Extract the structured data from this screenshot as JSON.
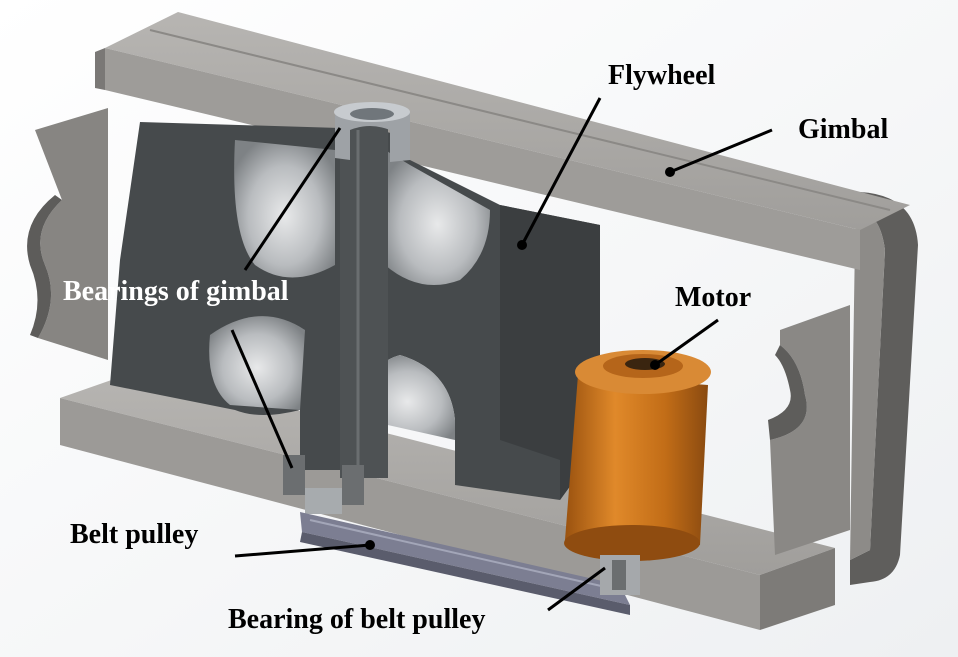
{
  "labels": {
    "flywheel": "Flywheel",
    "gimbal": "Gimbal",
    "bearings_of_gimbal": "Bearings of gimbal",
    "motor": "Motor",
    "belt_pulley": "Belt pulley",
    "bearing_of_belt_pulley": "Bearing of belt pulley"
  },
  "colors": {
    "gimbal_face": "#a4a29f",
    "gimbal_dark": "#6e6d6b",
    "flywheel": "#474b4d",
    "motor": "#c9741a",
    "pulley": "#7d7f93",
    "label_black": "#000000",
    "label_white": "#ffffff"
  }
}
